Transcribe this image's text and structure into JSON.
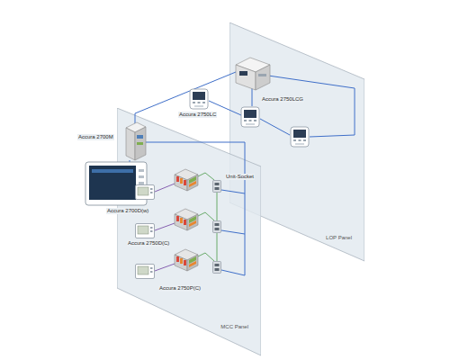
{
  "diagram": {
    "nodes": [
      {
        "text": [
          "LOP Panel"
        ]
      },
      {
        "text": [
          "MCC Panel"
        ]
      }
    ],
    "labels": [
      "Accura 2700M",
      "Accura 2700D(w)",
      "Accura 2750LC",
      "Accura 2750LCG",
      "Unit-Socket",
      "Accura 2750D(C)",
      "Accura 2750P(C)"
    ]
  }
}
